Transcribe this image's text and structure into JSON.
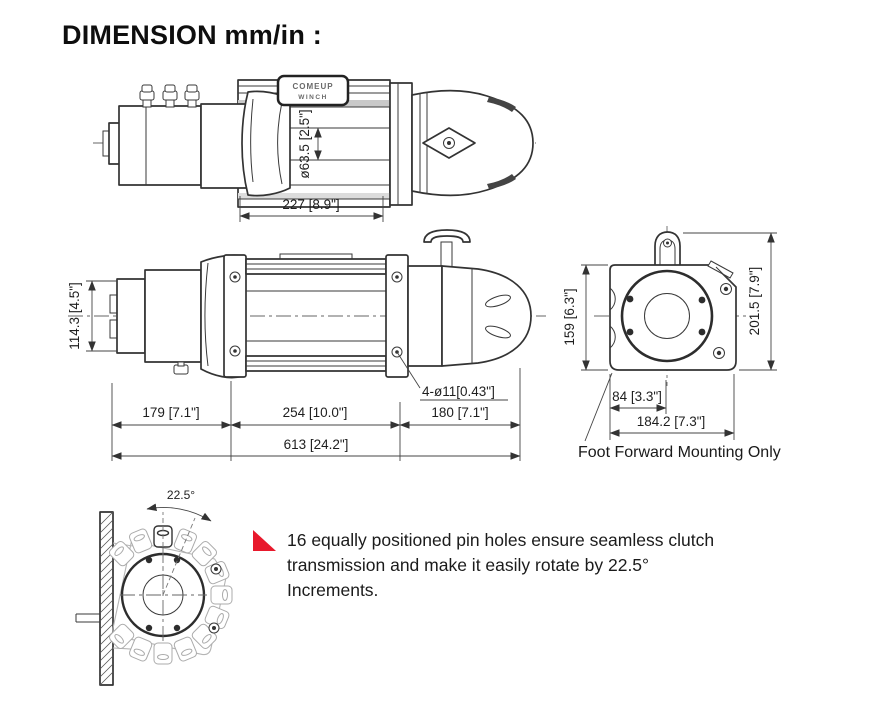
{
  "title": "DIMENSION mm/in :",
  "top_view": {
    "badge_line1": "COMEUP",
    "badge_line2": "WINCH",
    "dim_drum_diameter": "ø63.5 [2.5\"]",
    "dim_drum_length": "227 [8.9\"]"
  },
  "side_view": {
    "dim_motor_height": "114.3 [4.5\"]",
    "dim_motor_section": "179 [7.1\"]",
    "dim_drum_section": "254 [10.0\"]",
    "dim_gear_section": "180 [7.1\"]",
    "dim_overall_length": "613 [24.2\"]",
    "callout_mounting_holes": "4-ø11[0.43\"]"
  },
  "end_view": {
    "dim_body_height": "159 [6.3\"]",
    "dim_overall_height": "201.5 [7.9\"]",
    "dim_center_offset": "84 [3.3\"]",
    "dim_base_width": "184.2 [7.3\"]",
    "caption": "Foot Forward Mounting Only"
  },
  "detail_view": {
    "angle_label": "22.5°",
    "note_lines": [
      "16 equally positioned pin holes ensure seamless clutch",
      "transmission and make it easily rotate by 22.5°",
      "Increments."
    ]
  },
  "colors": {
    "line": "#333333",
    "accent_red": "#e8192c"
  }
}
